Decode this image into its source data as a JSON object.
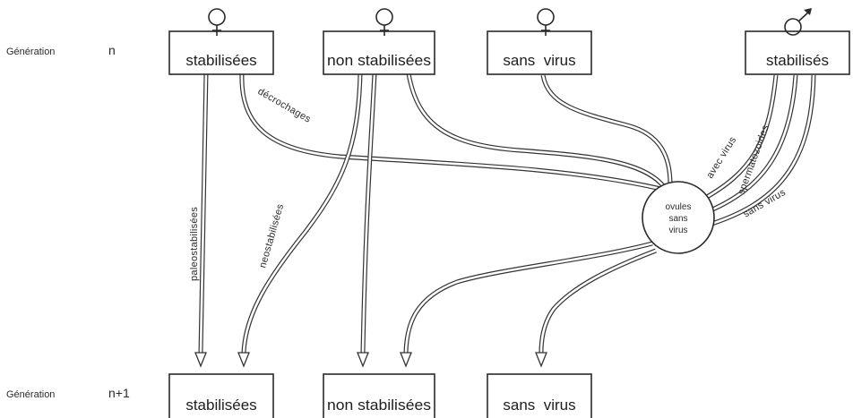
{
  "generations": {
    "top": {
      "label": "Génération",
      "value": "n"
    },
    "bottom": {
      "label": "Génération",
      "value": "n+1"
    }
  },
  "top_boxes": [
    {
      "label": "stabilisées",
      "sex_symbol": "female-symbol"
    },
    {
      "label": "non stabilisées",
      "sex_symbol": "female-symbol"
    },
    {
      "label": "sans  virus",
      "sex_symbol": "female-symbol"
    },
    {
      "label": "stabilisés",
      "sex_symbol": "male-symbol"
    }
  ],
  "bottom_boxes": [
    {
      "label": "stabilisées"
    },
    {
      "label": "non stabilisées"
    },
    {
      "label": "sans  virus"
    }
  ],
  "circle": {
    "lines": [
      "ovules",
      "sans",
      "virus"
    ]
  },
  "path_labels": {
    "paleostabilisees": "paleostabilisées",
    "neostabilisees": "neostabilisées",
    "decrochages": "décrochages",
    "avec_virus": "avec virus",
    "spermatozoides": "spermatozoides",
    "sans_virus": "sans virus"
  },
  "colors": {
    "ink": "#2a2a2a",
    "background": "#ffffff"
  }
}
